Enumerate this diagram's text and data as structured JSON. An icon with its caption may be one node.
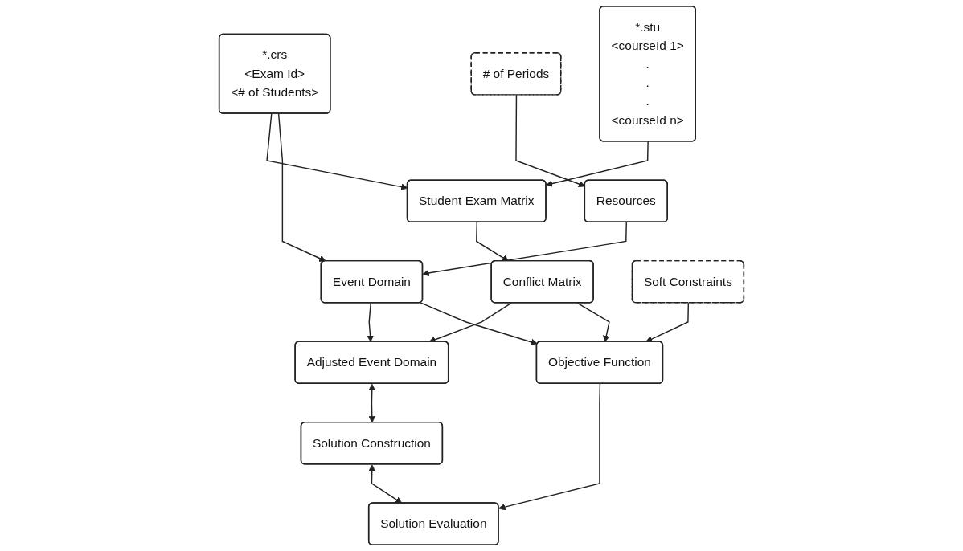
{
  "diagram": {
    "nodes": [
      {
        "text": [
          "*.crs",
          "<Exam Id>",
          "<# of Students>"
        ]
      },
      {
        "text": [
          "*.stu",
          "<courseId 1>",
          ".",
          ".",
          ".",
          "<courseId n>"
        ]
      },
      {
        "text": [
          "# of Periods"
        ]
      },
      {
        "text": [
          "Resources"
        ]
      },
      {
        "text": [
          "Student Exam Matrix"
        ]
      },
      {
        "text": [
          "Event Domain"
        ]
      },
      {
        "text": [
          "Conflict Matrix"
        ]
      },
      {
        "text": [
          "Adjusted Event Domain"
        ]
      },
      {
        "text": [
          "Solution Construction"
        ]
      },
      {
        "text": [
          "Soft Constraints"
        ]
      },
      {
        "text": [
          "Objective Function"
        ]
      },
      {
        "text": [
          "Solution Evaluation"
        ]
      }
    ],
    "edges": [
      {
        "from": 0,
        "to": 4,
        "arrow": "to"
      },
      {
        "from": 0,
        "to": 5,
        "arrow": "to"
      },
      {
        "from": 1,
        "to": 4,
        "arrow": "to"
      },
      {
        "from": 2,
        "to": 3,
        "arrow": "to"
      },
      {
        "from": 3,
        "to": 5,
        "arrow": "to"
      },
      {
        "from": 4,
        "to": 6,
        "arrow": "to"
      },
      {
        "from": 5,
        "to": 7,
        "arrow": "to"
      },
      {
        "from": 6,
        "to": 7,
        "arrow": "to"
      },
      {
        "from": 7,
        "to": 8,
        "arrow": "both"
      },
      {
        "from": 6,
        "to": 10,
        "arrow": "to"
      },
      {
        "from": 5,
        "to": 10,
        "arrow": "to"
      },
      {
        "from": 9,
        "to": 10,
        "arrow": "to"
      },
      {
        "from": 10,
        "to": 11,
        "arrow": "to"
      },
      {
        "from": 8,
        "to": 11,
        "arrow": "both"
      }
    ]
  }
}
